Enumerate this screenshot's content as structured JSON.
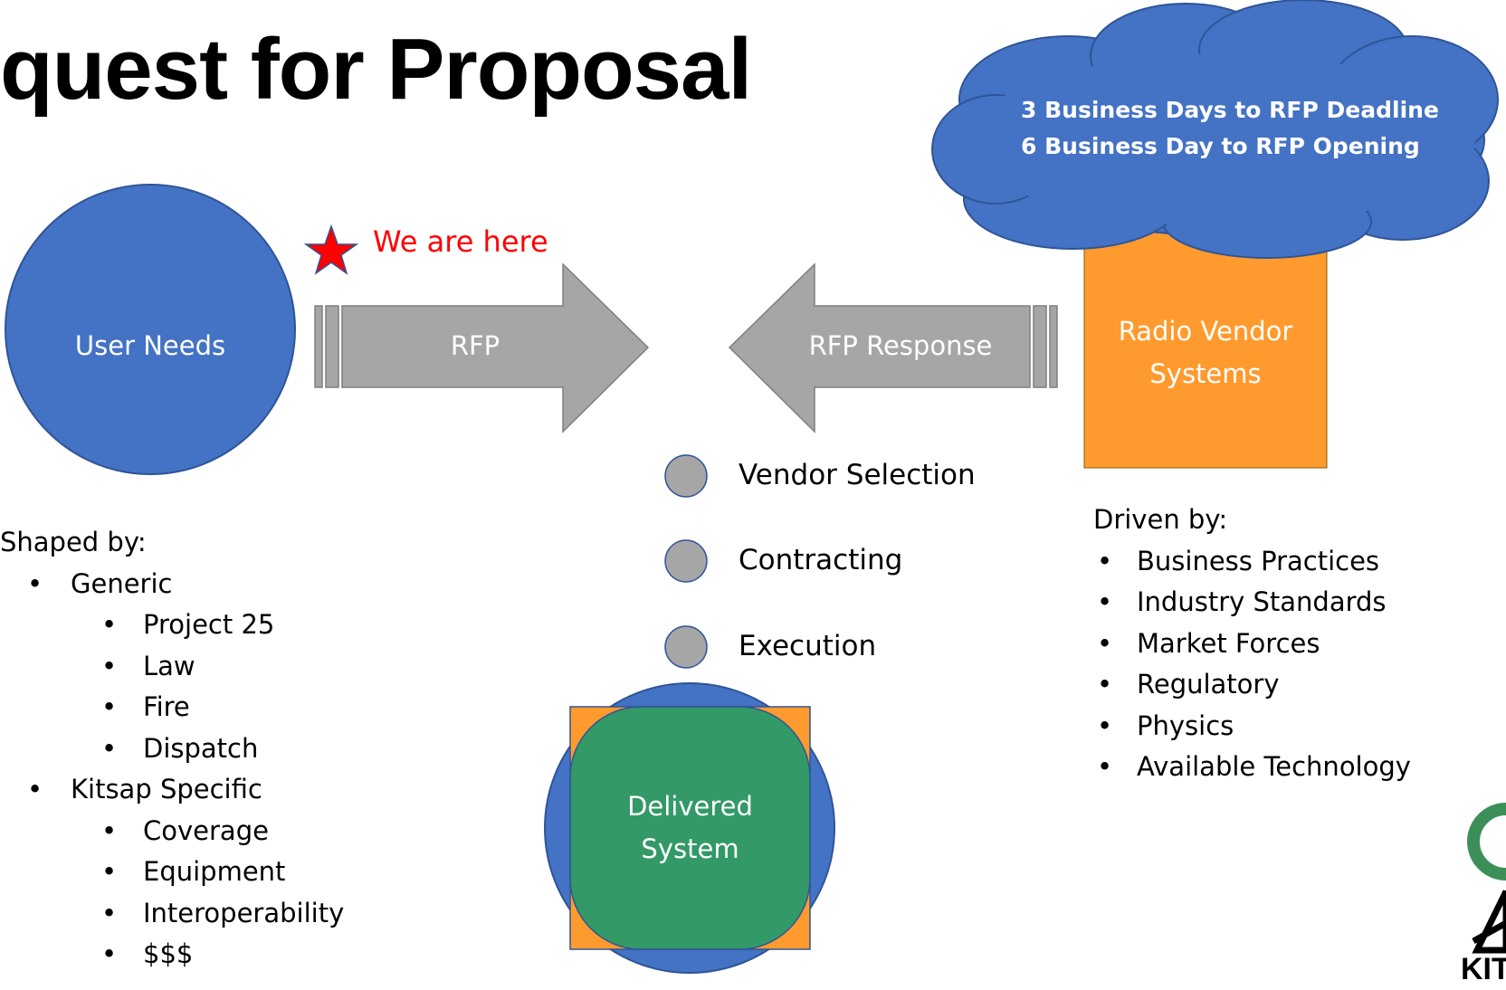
{
  "slide": {
    "title": "quest for Proposal"
  },
  "colors": {
    "blue": "#4472c4",
    "grey": "#a6a6a6",
    "orange": "#ff9a2e",
    "green": "#339966",
    "red": "#ff0000"
  },
  "nodes": {
    "user_needs": "User Needs",
    "rfp_arrow": "RFP",
    "rfp_response_arrow": "RFP Response",
    "vendor_box": [
      "Radio Vendor",
      "Systems"
    ],
    "delivered": [
      "Delivered",
      "System"
    ]
  },
  "cloud": {
    "line1": "3 Business Days to RFP Deadline",
    "line2": "6 Business Day to RFP Opening"
  },
  "marker": {
    "label": "We are here",
    "icon": "star-icon"
  },
  "steps": [
    "Vendor Selection",
    "Contracting",
    "Execution"
  ],
  "shaped_by": {
    "heading": "Shaped by:",
    "generic": {
      "label": "Generic",
      "items": [
        "Project 25",
        "Law",
        "Fire",
        "Dispatch"
      ]
    },
    "kitsap": {
      "label": "Kitsap Specific",
      "items": [
        "Coverage",
        "Equipment",
        "Interoperability",
        "$$$"
      ]
    }
  },
  "driven_by": {
    "heading": "Driven by:",
    "items": [
      "Business Practices",
      "Industry Standards",
      "Market Forces",
      "Regulatory",
      "Physics",
      "Available Technology"
    ]
  },
  "logo": {
    "text": "KIT"
  }
}
